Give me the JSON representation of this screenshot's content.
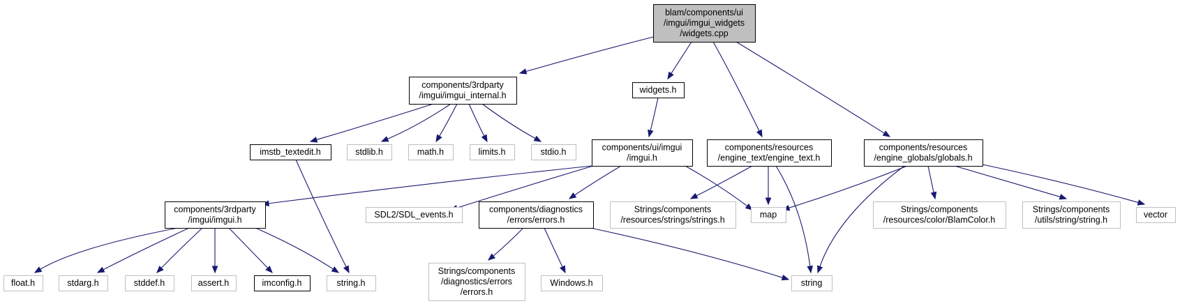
{
  "nodes": [
    {
      "id": "widgets_cpp",
      "kind": "main",
      "lines": [
        "blam/components/ui",
        "/imgui/imgui_widgets",
        "/widgets.cpp"
      ]
    },
    {
      "id": "imgui_internal",
      "kind": "doc",
      "lines": [
        "components/3rdparty",
        "/imgui/imgui_internal.h"
      ]
    },
    {
      "id": "widgets_h",
      "kind": "doc",
      "lines": [
        "widgets.h"
      ]
    },
    {
      "id": "imstb_textedit",
      "kind": "doc",
      "lines": [
        "imstb_textedit.h"
      ]
    },
    {
      "id": "stdlib",
      "kind": "sys",
      "lines": [
        "stdlib.h"
      ]
    },
    {
      "id": "math",
      "kind": "sys",
      "lines": [
        "math.h"
      ]
    },
    {
      "id": "limits",
      "kind": "sys",
      "lines": [
        "limits.h"
      ]
    },
    {
      "id": "stdio",
      "kind": "sys",
      "lines": [
        "stdio.h"
      ]
    },
    {
      "id": "ui_imgui",
      "kind": "doc",
      "lines": [
        "components/ui/imgui",
        "/imgui.h"
      ]
    },
    {
      "id": "engine_text",
      "kind": "doc",
      "lines": [
        "components/resources",
        "/engine_text/engine_text.h"
      ]
    },
    {
      "id": "globals",
      "kind": "doc",
      "lines": [
        "components/resources",
        "/engine_globals/globals.h"
      ]
    },
    {
      "id": "rd_imgui",
      "kind": "doc",
      "lines": [
        "components/3rdparty",
        "/imgui/imgui.h"
      ]
    },
    {
      "id": "sdl_events",
      "kind": "sys",
      "lines": [
        "SDL2/SDL_events.h"
      ]
    },
    {
      "id": "errors_h",
      "kind": "doc",
      "lines": [
        "components/diagnostics",
        "/errors/errors.h"
      ]
    },
    {
      "id": "strings_h",
      "kind": "sys",
      "lines": [
        "Strings/components",
        "/resources/strings/strings.h"
      ]
    },
    {
      "id": "map",
      "kind": "sys",
      "lines": [
        "map"
      ]
    },
    {
      "id": "blamcolor",
      "kind": "sys",
      "lines": [
        "Strings/components",
        "/resources/color/BlamColor.h"
      ]
    },
    {
      "id": "utils_string",
      "kind": "sys",
      "lines": [
        "Strings/components",
        "/utils/string/string.h"
      ]
    },
    {
      "id": "vector",
      "kind": "sys",
      "lines": [
        "vector"
      ]
    },
    {
      "id": "float",
      "kind": "sys",
      "lines": [
        "float.h"
      ]
    },
    {
      "id": "stdarg",
      "kind": "sys",
      "lines": [
        "stdarg.h"
      ]
    },
    {
      "id": "stddef",
      "kind": "sys",
      "lines": [
        "stddef.h"
      ]
    },
    {
      "id": "assert",
      "kind": "sys",
      "lines": [
        "assert.h"
      ]
    },
    {
      "id": "imconfig",
      "kind": "doc",
      "lines": [
        "imconfig.h"
      ]
    },
    {
      "id": "string_h",
      "kind": "sys",
      "lines": [
        "string.h"
      ]
    },
    {
      "id": "diag_errors",
      "kind": "sys",
      "lines": [
        "Strings/components",
        "/diagnostics/errors",
        "/errors.h"
      ]
    },
    {
      "id": "windows",
      "kind": "sys",
      "lines": [
        "Windows.h"
      ]
    },
    {
      "id": "string",
      "kind": "sys",
      "lines": [
        "string"
      ]
    }
  ],
  "edges": [
    [
      "widgets_cpp",
      "imgui_internal"
    ],
    [
      "widgets_cpp",
      "widgets_h"
    ],
    [
      "widgets_cpp",
      "engine_text"
    ],
    [
      "widgets_cpp",
      "globals"
    ],
    [
      "imgui_internal",
      "imstb_textedit"
    ],
    [
      "imgui_internal",
      "stdlib"
    ],
    [
      "imgui_internal",
      "math"
    ],
    [
      "imgui_internal",
      "limits"
    ],
    [
      "imgui_internal",
      "stdio"
    ],
    [
      "widgets_h",
      "ui_imgui"
    ],
    [
      "imstb_textedit",
      "string_h"
    ],
    [
      "ui_imgui",
      "rd_imgui"
    ],
    [
      "ui_imgui",
      "sdl_events"
    ],
    [
      "ui_imgui",
      "errors_h"
    ],
    [
      "ui_imgui",
      "map"
    ],
    [
      "engine_text",
      "strings_h"
    ],
    [
      "engine_text",
      "map"
    ],
    [
      "engine_text",
      "string"
    ],
    [
      "globals",
      "map"
    ],
    [
      "globals",
      "string"
    ],
    [
      "globals",
      "blamcolor"
    ],
    [
      "globals",
      "utils_string"
    ],
    [
      "globals",
      "vector"
    ],
    [
      "rd_imgui",
      "float"
    ],
    [
      "rd_imgui",
      "stdarg"
    ],
    [
      "rd_imgui",
      "stddef"
    ],
    [
      "rd_imgui",
      "assert"
    ],
    [
      "rd_imgui",
      "imconfig"
    ],
    [
      "rd_imgui",
      "string_h"
    ],
    [
      "errors_h",
      "diag_errors"
    ],
    [
      "errors_h",
      "windows"
    ],
    [
      "errors_h",
      "string"
    ]
  ],
  "colors": {
    "edge": "#191970",
    "main_fill": "#bfbfbf",
    "node_border": "#000000",
    "system_border": "#bfbfbf",
    "background": "#ffffff"
  }
}
